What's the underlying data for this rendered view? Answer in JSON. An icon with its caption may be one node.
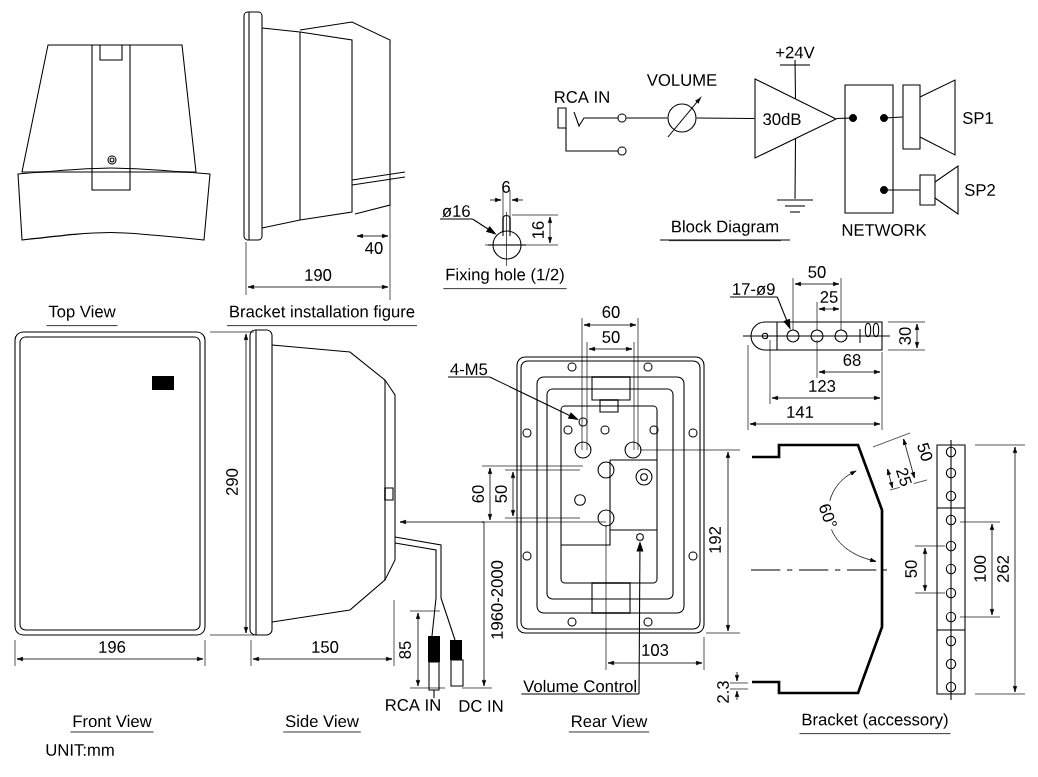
{
  "diagram": {
    "nodes": [
      {
        "text": [
          "RCA IN"
        ]
      },
      {
        "text": [
          "VOLUME"
        ]
      },
      {
        "text": [
          "30dB"
        ]
      },
      {
        "text": [
          "+24V"
        ]
      },
      {
        "text": [],
        "shape": "picture"
      },
      {
        "text": [
          "NETWORK"
        ]
      },
      {
        "text": [
          "SP1"
        ]
      },
      {
        "text": [
          "SP2"
        ]
      },
      {
        "text": [
          "ø16"
        ]
      },
      {
        "text": [],
        "shape": "picture"
      },
      {
        "text": [
          "4-M5"
        ]
      },
      {
        "text": [
          "17-ø9"
        ]
      },
      {
        "text": [
          "Volume Control"
        ]
      },
      {
        "text": [],
        "shape": "circle"
      },
      {
        "text": [],
        "shape": "circle"
      },
      {
        "text": [],
        "shape": "circle"
      }
    ],
    "edges": [
      {
        "from": 0,
        "to": 1,
        "arrow": "none"
      },
      {
        "from": 1,
        "to": 2,
        "arrow": "none"
      },
      {
        "from": 3,
        "to": 2,
        "arrow": "none"
      },
      {
        "from": 2,
        "to": 4,
        "arrow": "none"
      },
      {
        "from": 2,
        "to": 5,
        "arrow": "none"
      },
      {
        "from": 5,
        "to": 6,
        "arrow": "none"
      },
      {
        "from": 5,
        "to": 7,
        "arrow": "none"
      },
      {
        "from": 8,
        "to": 9,
        "arrow": "to"
      },
      {
        "from": 10,
        "to": 14,
        "arrow": "to"
      },
      {
        "from": 11,
        "to": 13,
        "arrow": "to"
      },
      {
        "from": 12,
        "to": 15,
        "arrow": "to"
      }
    ],
    "labels": [
      "Top View",
      "Bracket installation figure",
      "Fixing hole (1/2)",
      "Block Diagram",
      "40",
      "190",
      "6",
      "16",
      "60",
      "50",
      "60",
      "50",
      "192",
      "103",
      "2.3",
      "50",
      "25",
      "30",
      "68",
      "123",
      "141",
      "50",
      "25",
      "60°",
      "50",
      "100",
      "262",
      "290",
      "196",
      "150",
      "85",
      "1960-2000",
      "RCA IN",
      "DC IN",
      "Front View",
      "Side View",
      "Rear View",
      "Bracket (accessory)",
      "UNIT:mm"
    ]
  }
}
